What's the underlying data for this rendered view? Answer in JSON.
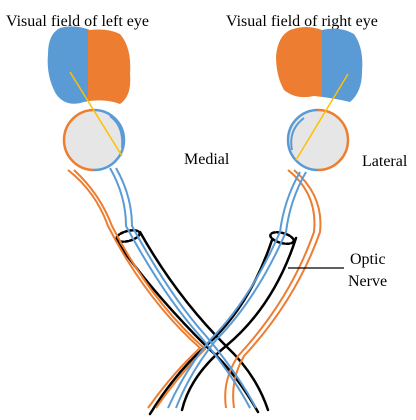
{
  "labels": {
    "left_field": "Visual field of left eye",
    "right_field": "Visual field of right eye",
    "medial": "Medial",
    "lateral": "Lateral",
    "optic_line1": "Optic",
    "optic_line2": "Nerve"
  },
  "colors": {
    "blue": "#5b9bd5",
    "orange": "#ed7d31",
    "ray": "#ffc000",
    "eyeball": "#e6e6e6",
    "outline": "#000000"
  }
}
